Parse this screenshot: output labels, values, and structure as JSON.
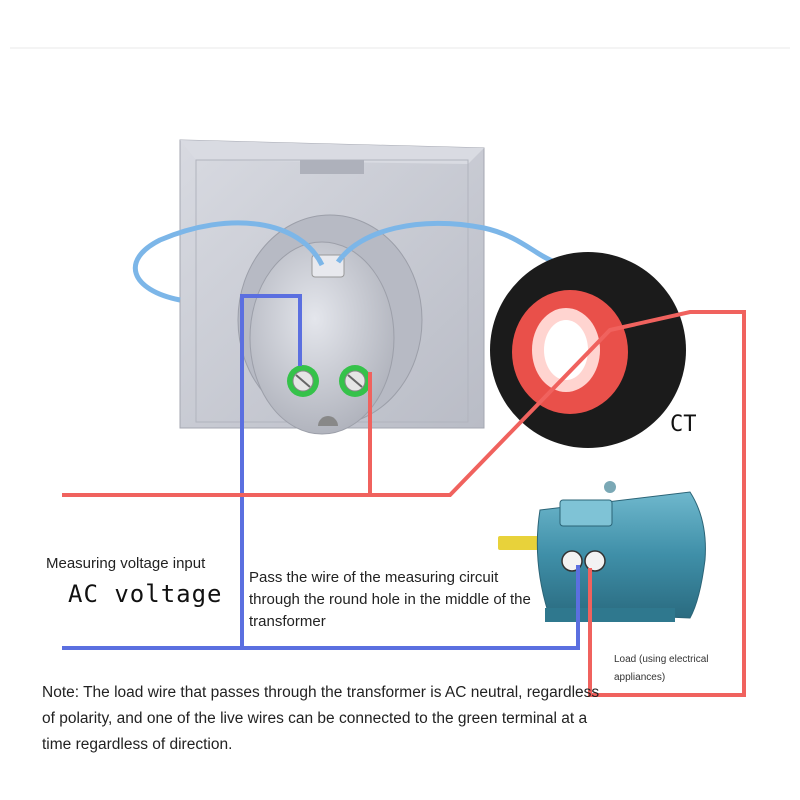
{
  "labels": {
    "measuring_voltage": "Measuring voltage input",
    "ac_voltage": "AC voltage",
    "pass_wire": "Pass the wire of the measuring circuit through the round hole in the middle of the transformer",
    "ct": "CT",
    "load": "Load (using electrical appliances)",
    "note": "Note: The load wire that passes through the transformer is AC neutral, regardless of polarity, and one of the live wires can be connected to the green terminal at a time regardless of direction."
  },
  "colors": {
    "live_wire": "#f0625e",
    "neutral_wire": "#5b6fe0",
    "meter_body": "#c9cbd3",
    "ct_ring": "#1b1b1b",
    "ct_core": "#e9504a",
    "motor_body": "#3f8fa8",
    "terminal_green": "#35c24a",
    "signal_cable": "#7cb6e8",
    "motor_shaft": "#e8d23a"
  },
  "icons": {
    "meter": "panel-meter-icon",
    "ct": "current-transformer-icon",
    "motor": "electric-motor-icon"
  }
}
